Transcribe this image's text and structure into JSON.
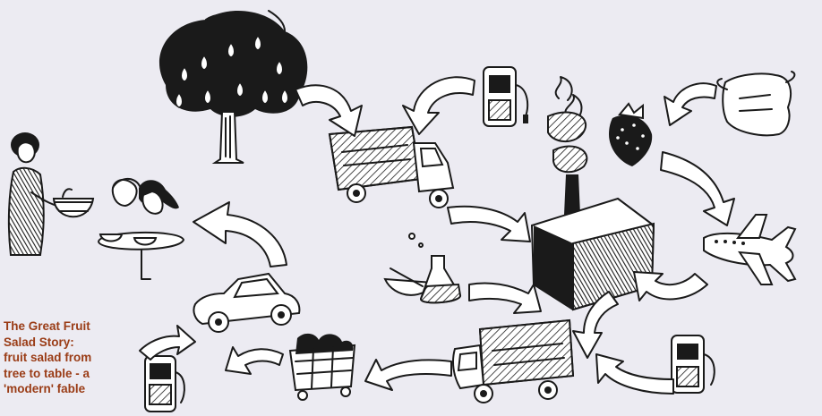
{
  "caption": {
    "lines": [
      "The Great Fruit",
      "Salad Story:",
      "fruit salad from",
      "tree to table - a",
      "'modern' fable"
    ]
  },
  "colors": {
    "background": "#ecebf2",
    "ink": "#1a1a1a",
    "caption": "#9a3c16"
  }
}
